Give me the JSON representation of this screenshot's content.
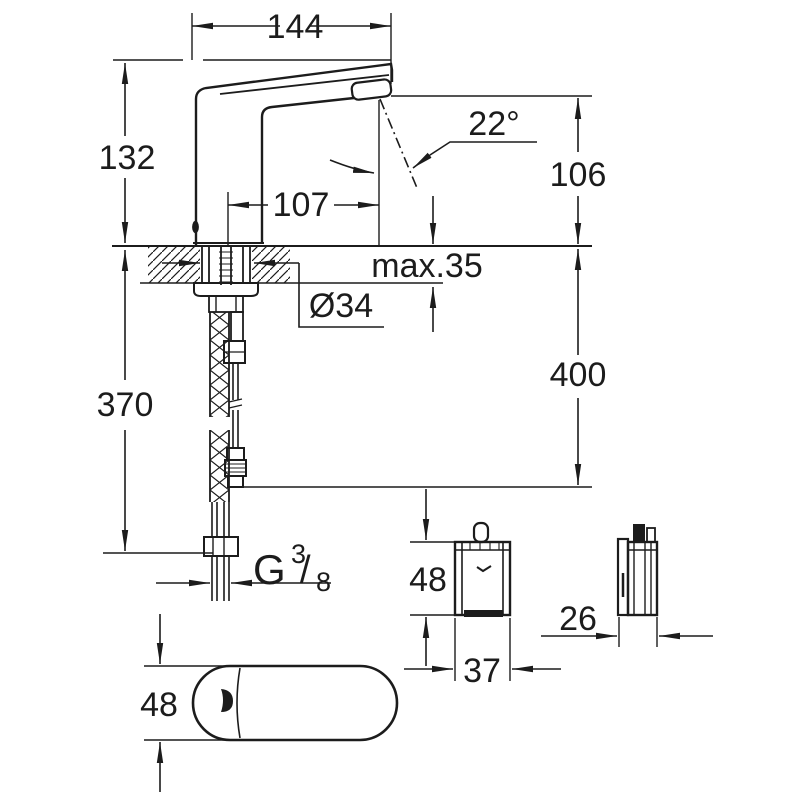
{
  "drawing": {
    "type": "technical-dimension-drawing",
    "subject": "infrared sensor basin faucet with under-counter control box",
    "colors": {
      "line": "#1c1c1c",
      "background": "#ffffff"
    },
    "labels": {
      "spout_projection": "144",
      "body_height": "132",
      "reach_to_outlet": "107",
      "stream_angle": "22°",
      "outlet_height": "106",
      "max_deck_thickness": "max.35",
      "hole_diameter": "Ø34",
      "clearance_below": "400",
      "hose_length": "370",
      "thread_g": "G",
      "thread_numerator": "3",
      "thread_slash": "/",
      "thread_denominator": "8",
      "control_box_height": "48",
      "control_box_width": "37",
      "control_box_depth": "26",
      "body_width_top_view": "48"
    }
  }
}
